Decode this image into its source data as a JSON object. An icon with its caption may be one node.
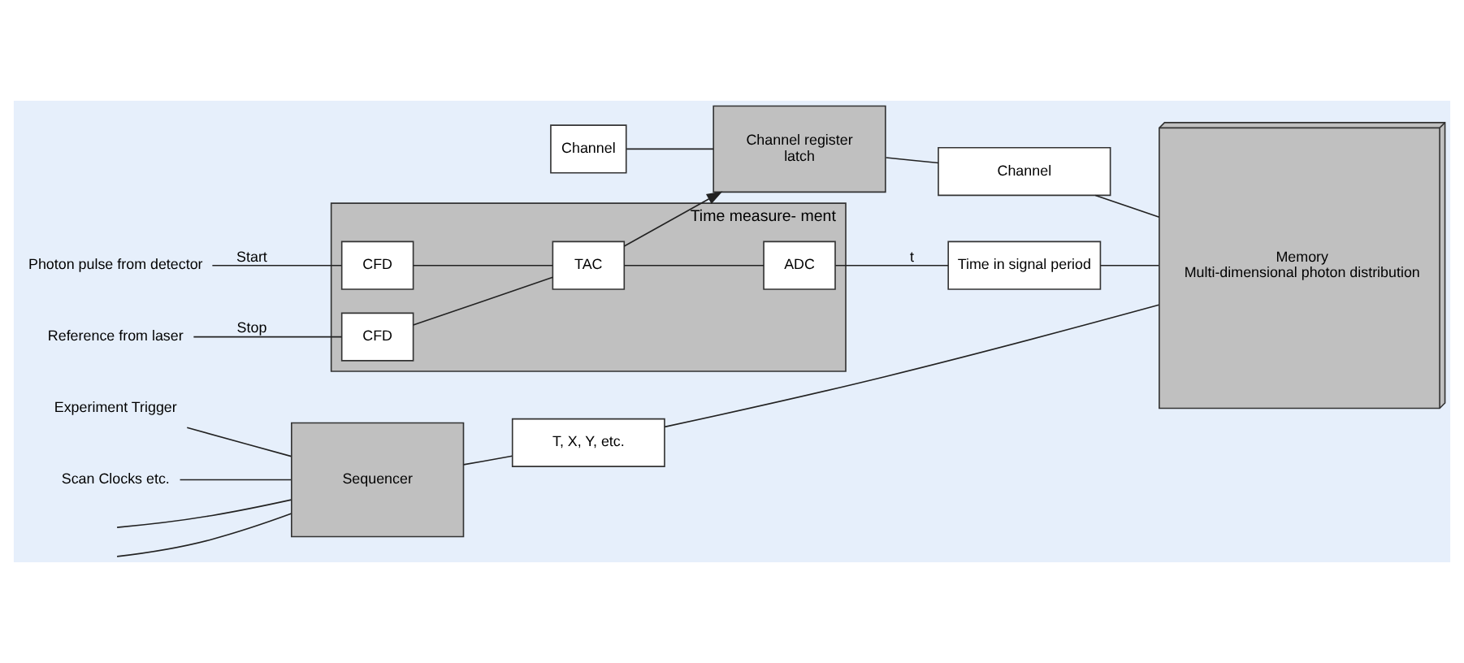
{
  "diagram": {
    "nodes": [
      {
        "text": [
          "Channel"
        ]
      },
      {
        "text": [
          "Channel register",
          "latch"
        ]
      },
      {
        "text": [
          "Channel"
        ]
      },
      {
        "text": [
          "Time measure- ment"
        ]
      },
      {
        "text": [
          "Photon pulse from detector"
        ]
      },
      {
        "text": [
          "Reference from laser"
        ]
      },
      {
        "text": [
          "CFD"
        ],
        "in": 3
      },
      {
        "text": [
          "CFD"
        ],
        "in": 3
      },
      {
        "text": [
          "TAC"
        ],
        "in": 3
      },
      {
        "text": [
          "ADC"
        ],
        "in": 3
      },
      {
        "text": [
          "Time in signal period"
        ]
      },
      {
        "text": [
          "Memory",
          "Multi-dimensional photon distribution"
        ]
      },
      {
        "text": [
          "Experiment Trigger"
        ]
      },
      {
        "text": [
          "Scan Clocks etc."
        ]
      },
      {
        "text": [
          "Sequencer"
        ]
      },
      {
        "text": [
          "T, X, Y, etc."
        ]
      }
    ],
    "edges": [
      {
        "from": 0,
        "to": 1,
        "arrow": "none"
      },
      {
        "from": 1,
        "to": 2,
        "arrow": "none"
      },
      {
        "from": 2,
        "to": 11,
        "arrow": "none"
      },
      {
        "from": 4,
        "to": 6,
        "arrow": "none",
        "label": "Start"
      },
      {
        "from": 5,
        "to": 7,
        "arrow": "none",
        "label": "Stop"
      },
      {
        "from": 6,
        "to": 8,
        "arrow": "none"
      },
      {
        "from": 7,
        "to": 8,
        "arrow": "none"
      },
      {
        "from": 8,
        "to": 1,
        "arrow": "to"
      },
      {
        "from": 8,
        "to": 9,
        "arrow": "none"
      },
      {
        "from": 9,
        "to": 10,
        "arrow": "none",
        "label": "t"
      },
      {
        "from": 10,
        "to": 11,
        "arrow": "none"
      },
      {
        "from": 12,
        "to": 14,
        "arrow": "none"
      },
      {
        "from": null,
        "to": 14,
        "arrow": "none"
      },
      {
        "from": 13,
        "to": 14,
        "arrow": "none"
      },
      {
        "from": null,
        "to": 14,
        "arrow": "none"
      },
      {
        "from": 14,
        "to": 15,
        "arrow": "none"
      },
      {
        "from": 15,
        "to": 11,
        "arrow": "none"
      }
    ]
  }
}
